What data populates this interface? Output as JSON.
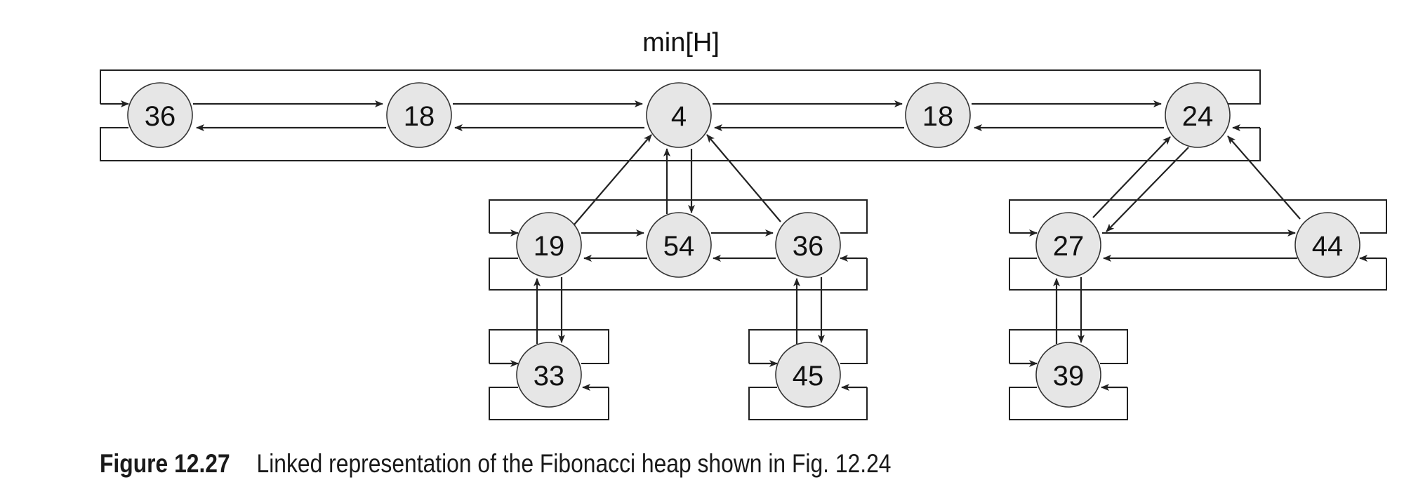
{
  "pointer_label": "min[H]",
  "nodes": {
    "root_36": "36",
    "root_18a": "18",
    "root_4": "4",
    "root_18b": "18",
    "root_24": "24",
    "c4_19": "19",
    "c4_54": "54",
    "c4_36": "36",
    "c24_27": "27",
    "c24_44": "44",
    "c19_33": "33",
    "c36_45": "45",
    "c27_39": "39"
  },
  "caption": {
    "label": "Figure 12.27",
    "text": "Linked representation of the Fibonacci heap shown in Fig. 12.24"
  }
}
